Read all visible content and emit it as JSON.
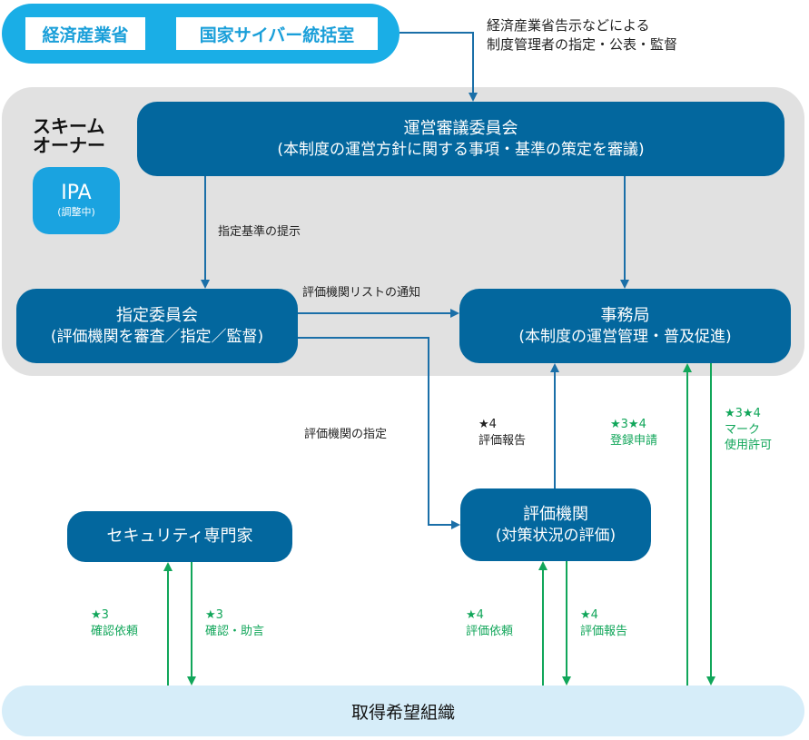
{
  "top": {
    "ministry": "経済産業省",
    "cyber_office": "国家サイバー統括室",
    "authority_note_line1": "経済産業省告示などによる",
    "authority_note_line2": "制度管理者の指定・公表・監督"
  },
  "scheme_owner": {
    "label_line1": "スキーム",
    "label_line2": "オーナー",
    "ipa_name": "IPA",
    "ipa_status": "(調整中)"
  },
  "nodes": {
    "steering_committee": {
      "title": "運営審議委員会",
      "subtitle": "(本制度の運営方針に関する事項・基準の策定を審議)"
    },
    "designation_committee": {
      "title": "指定委員会",
      "subtitle": "(評価機関を審査／指定／監督)"
    },
    "secretariat": {
      "title": "事務局",
      "subtitle": "(本制度の運営管理・普及促進)"
    },
    "evaluation_body": {
      "title": "評価機関",
      "subtitle": "(対策状況の評価)"
    },
    "security_expert": {
      "title": "セキュリティ専門家"
    },
    "applicant_org": {
      "title": "取得希望組織"
    }
  },
  "edges": {
    "criteria": "指定基準の提示",
    "list_notice": "評価機関リストの通知",
    "designation": "評価機関の指定",
    "eval_report_to_sec": {
      "star": "★4",
      "label": "評価報告"
    },
    "registration": {
      "star": "★3★4",
      "label": "登録申請"
    },
    "mark_permission": {
      "star": "★3★4",
      "label1": "マーク",
      "label2": "使用許可"
    },
    "confirm_request": {
      "star": "★3",
      "label": "確認依頼"
    },
    "confirm_advice": {
      "star": "★3",
      "label": "確認・助言"
    },
    "eval_request": {
      "star": "★4",
      "label": "評価依頼"
    },
    "eval_report_to_org": {
      "star": "★4",
      "label": "評価報告"
    }
  },
  "colors": {
    "top_bar": "#1aaee6",
    "node_dark": "#03679e",
    "scheme_area": "#e1e1e1",
    "arrow_blue": "#1a6fa8",
    "arrow_green": "#11a65a",
    "org_bar": "#d6edf9"
  }
}
